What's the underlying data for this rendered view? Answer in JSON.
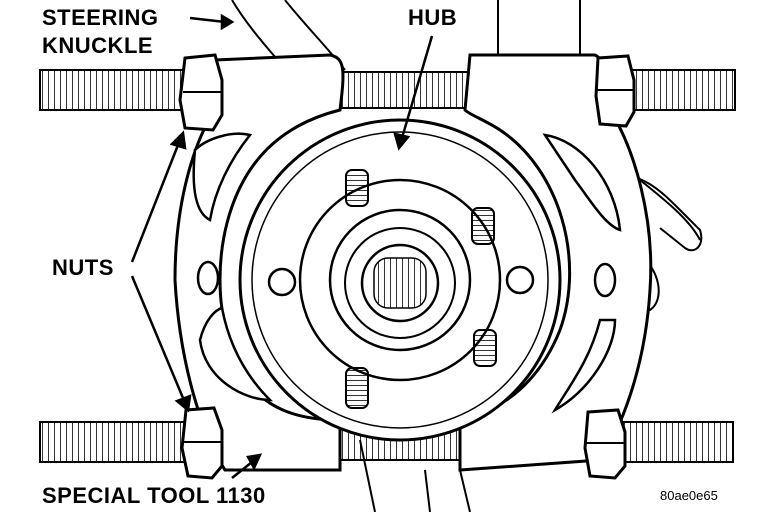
{
  "labels": {
    "steering_knuckle_line1": "STEERING",
    "steering_knuckle_line2": "KNUCKLE",
    "hub": "HUB",
    "nuts": "NUTS",
    "special_tool": "SPECIAL TOOL 1130"
  },
  "figure_code": "80ae0e65",
  "colors": {
    "ink": "#000000",
    "paper": "#ffffff"
  }
}
